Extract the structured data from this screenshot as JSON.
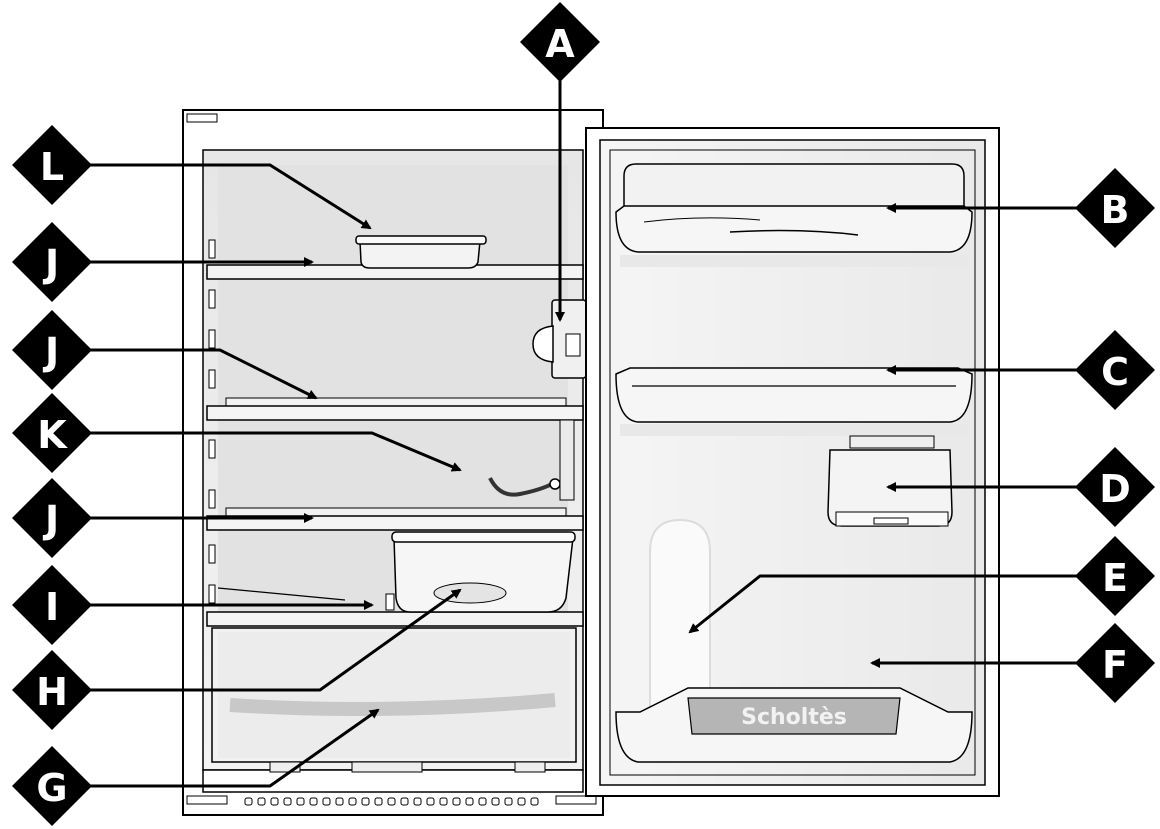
{
  "diagram": {
    "brand": "Scholtès",
    "callouts": [
      {
        "id": "A",
        "label": "A"
      },
      {
        "id": "B",
        "label": "B"
      },
      {
        "id": "C",
        "label": "C"
      },
      {
        "id": "D",
        "label": "D"
      },
      {
        "id": "E",
        "label": "E"
      },
      {
        "id": "F",
        "label": "F"
      },
      {
        "id": "G",
        "label": "G"
      },
      {
        "id": "H",
        "label": "H"
      },
      {
        "id": "I",
        "label": "I"
      },
      {
        "id": "J1",
        "label": "J"
      },
      {
        "id": "J2",
        "label": "J"
      },
      {
        "id": "J3",
        "label": "J"
      },
      {
        "id": "K",
        "label": "K"
      },
      {
        "id": "L",
        "label": "L"
      }
    ]
  }
}
